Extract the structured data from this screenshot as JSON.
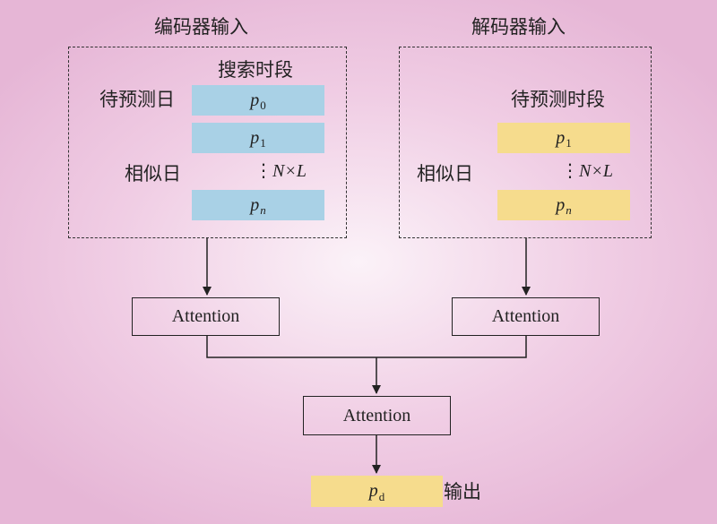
{
  "encoder": {
    "title": "编码器输入",
    "search_period": "搜索时段",
    "target_day": "待预测日",
    "similar_day": "相似日",
    "dims": "N×L",
    "tokens": [
      {
        "base": "p",
        "sub": "0"
      },
      {
        "base": "p",
        "sub": "1"
      },
      {
        "base": "p",
        "sub": "n"
      }
    ]
  },
  "decoder": {
    "title": "解码器输入",
    "target_period": "待预测时段",
    "similar_day": "相似日",
    "dims": "N×L",
    "tokens": [
      {
        "base": "p",
        "sub": "1"
      },
      {
        "base": "p",
        "sub": "n"
      }
    ]
  },
  "attention": {
    "encoder_label": "Attention",
    "decoder_label": "Attention",
    "merge_label": "Attention"
  },
  "output": {
    "token": {
      "base": "p",
      "sub": "d"
    },
    "label": "输出"
  },
  "colors": {
    "encoder_token": "#a9d1e6",
    "decoder_token": "#f6dc8d",
    "line": "#222222"
  }
}
